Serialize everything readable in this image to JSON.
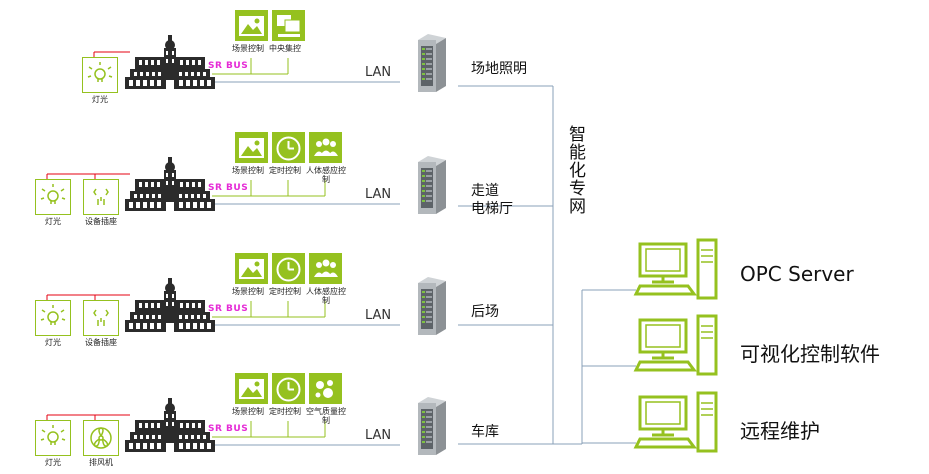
{
  "colors": {
    "green": "#95c11f",
    "red": "#e60012",
    "magenta": "#e52bd6",
    "line": "#8aa0b8",
    "building": "#2b2b2b"
  },
  "network_label": "智能化专网",
  "bus_label": "SR BUS",
  "lan_label": "LAN",
  "zones": [
    {
      "name": "场地照明",
      "panels": [
        {
          "icon": "landscape-icon",
          "label": "场景控制"
        },
        {
          "icon": "computers-icon",
          "label": "中央集控"
        }
      ],
      "devices": [
        {
          "icon": "light-bulb-icon",
          "label": "灯光"
        }
      ]
    },
    {
      "name": "走道 电梯厅",
      "panels": [
        {
          "icon": "landscape-icon",
          "label": "场景控制"
        },
        {
          "icon": "clock-icon",
          "label": "定时控制"
        },
        {
          "icon": "people-icon",
          "label": "人体感应控制"
        }
      ],
      "devices": [
        {
          "icon": "light-bulb-icon",
          "label": "灯光"
        },
        {
          "icon": "socket-icon",
          "label": "设备插座"
        }
      ]
    },
    {
      "name": "后场",
      "panels": [
        {
          "icon": "landscape-icon",
          "label": "场景控制"
        },
        {
          "icon": "clock-icon",
          "label": "定时控制"
        },
        {
          "icon": "people-icon",
          "label": "人体感应控制"
        }
      ],
      "devices": [
        {
          "icon": "light-bulb-icon",
          "label": "灯光"
        },
        {
          "icon": "socket-icon",
          "label": "设备插座"
        }
      ]
    },
    {
      "name": "车库",
      "panels": [
        {
          "icon": "landscape-icon",
          "label": "场景控制"
        },
        {
          "icon": "clock-icon",
          "label": "定时控制"
        },
        {
          "icon": "air-quality-icon",
          "label": "空气质量控制"
        }
      ],
      "devices": [
        {
          "icon": "light-bulb-icon",
          "label": "灯光"
        },
        {
          "icon": "fan-icon",
          "label": "排风机"
        }
      ]
    }
  ],
  "workstations": [
    {
      "icon": "computer-icon",
      "label": "OPC Server"
    },
    {
      "icon": "computer-icon",
      "label": "可视化控制软件"
    },
    {
      "icon": "computer-icon",
      "label": "远程维护"
    }
  ]
}
